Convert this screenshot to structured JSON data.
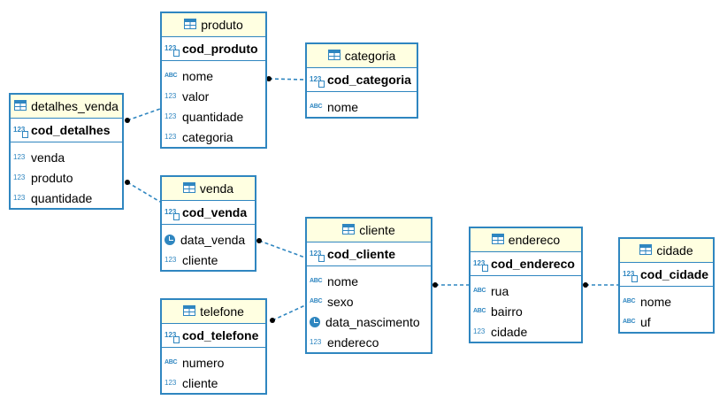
{
  "entities": {
    "produto": {
      "title": "produto",
      "pk": "cod_produto",
      "columns": [
        {
          "name": "nome",
          "type": "abc"
        },
        {
          "name": "valor",
          "type": "num"
        },
        {
          "name": "quantidade",
          "type": "num"
        },
        {
          "name": "categoria",
          "type": "num"
        }
      ]
    },
    "categoria": {
      "title": "categoria",
      "pk": "cod_categoria",
      "columns": [
        {
          "name": "nome",
          "type": "abc"
        }
      ]
    },
    "detalhes_venda": {
      "title": "detalhes_venda",
      "pk": "cod_detalhes",
      "columns": [
        {
          "name": "venda",
          "type": "num"
        },
        {
          "name": "produto",
          "type": "num"
        },
        {
          "name": "quantidade",
          "type": "num"
        }
      ]
    },
    "venda": {
      "title": "venda",
      "pk": "cod_venda",
      "columns": [
        {
          "name": "data_venda",
          "type": "date"
        },
        {
          "name": "cliente",
          "type": "num"
        }
      ]
    },
    "cliente": {
      "title": "cliente",
      "pk": "cod_cliente",
      "columns": [
        {
          "name": "nome",
          "type": "abc"
        },
        {
          "name": "sexo",
          "type": "abc"
        },
        {
          "name": "data_nascimento",
          "type": "date"
        },
        {
          "name": "endereco",
          "type": "num"
        }
      ]
    },
    "telefone": {
      "title": "telefone",
      "pk": "cod_telefone",
      "columns": [
        {
          "name": "numero",
          "type": "abc"
        },
        {
          "name": "cliente",
          "type": "num"
        }
      ]
    },
    "endereco": {
      "title": "endereco",
      "pk": "cod_endereco",
      "columns": [
        {
          "name": "rua",
          "type": "abc"
        },
        {
          "name": "bairro",
          "type": "abc"
        },
        {
          "name": "cidade",
          "type": "num"
        }
      ]
    },
    "cidade": {
      "title": "cidade",
      "pk": "cod_cidade",
      "columns": [
        {
          "name": "nome",
          "type": "abc"
        },
        {
          "name": "uf",
          "type": "abc"
        }
      ]
    }
  },
  "relationships": [
    {
      "from": "produto",
      "to": "categoria"
    },
    {
      "from": "detalhes_venda",
      "to": "produto"
    },
    {
      "from": "detalhes_venda",
      "to": "venda"
    },
    {
      "from": "venda",
      "to": "cliente"
    },
    {
      "from": "telefone",
      "to": "cliente"
    },
    {
      "from": "cliente",
      "to": "endereco"
    },
    {
      "from": "endereco",
      "to": "cidade"
    }
  ],
  "type_icons": {
    "num": "123",
    "abc": "ABC",
    "date": "clock-icon",
    "pk": "key-123-icon"
  },
  "colors": {
    "border": "#2f86c0",
    "header_bg": "#ffffe1",
    "link": "#2f86c0"
  }
}
